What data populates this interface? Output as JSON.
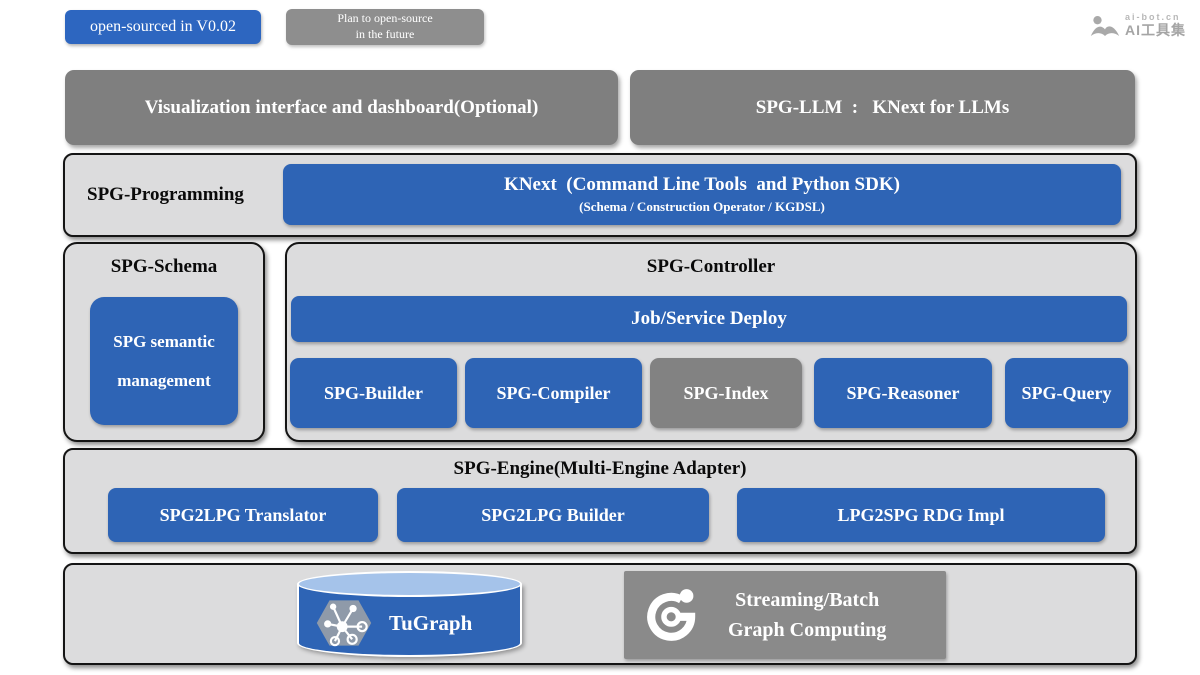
{
  "colors": {
    "accent_blue": "#2e64b5",
    "box_gray": "#7f7f7f",
    "panel_gray": "#dcdcdd",
    "cylinder_top_blue": "#a5c3ea"
  },
  "legend": {
    "open_sourced": "open-sourced in V0.02",
    "planned": "Plan to open-source\nin the future"
  },
  "watermark": {
    "site": "ai-bot.cn",
    "name": "AI工具集"
  },
  "top": {
    "visualization": "Visualization interface and dashboard(Optional)",
    "spg_llm": "SPG-LLM  :   KNext for LLMs"
  },
  "programming": {
    "label": "SPG-Programming",
    "knext_title": "KNext  (Command Line Tools  and Python SDK)",
    "knext_subtitle": "(Schema / Construction Operator / KGDSL)"
  },
  "schema": {
    "title": "SPG-Schema",
    "module": "SPG semantic management"
  },
  "controller": {
    "title": "SPG-Controller",
    "deploy": "Job/Service Deploy",
    "modules": [
      {
        "label": "SPG-Builder",
        "status": "open-sourced"
      },
      {
        "label": "SPG-Compiler",
        "status": "open-sourced"
      },
      {
        "label": "SPG-Index",
        "status": "planned"
      },
      {
        "label": "SPG-Reasoner",
        "status": "open-sourced"
      },
      {
        "label": "SPG-Query",
        "status": "open-sourced"
      }
    ]
  },
  "engine": {
    "title": "SPG-Engine(Multi-Engine Adapter)",
    "modules": [
      {
        "label": "SPG2LPG Translator"
      },
      {
        "label": "SPG2LPG Builder"
      },
      {
        "label": "LPG2SPG RDG Impl"
      }
    ]
  },
  "infra": {
    "tugraph": "TuGraph",
    "graph_computing": "Streaming/Batch\nGraph Computing"
  }
}
